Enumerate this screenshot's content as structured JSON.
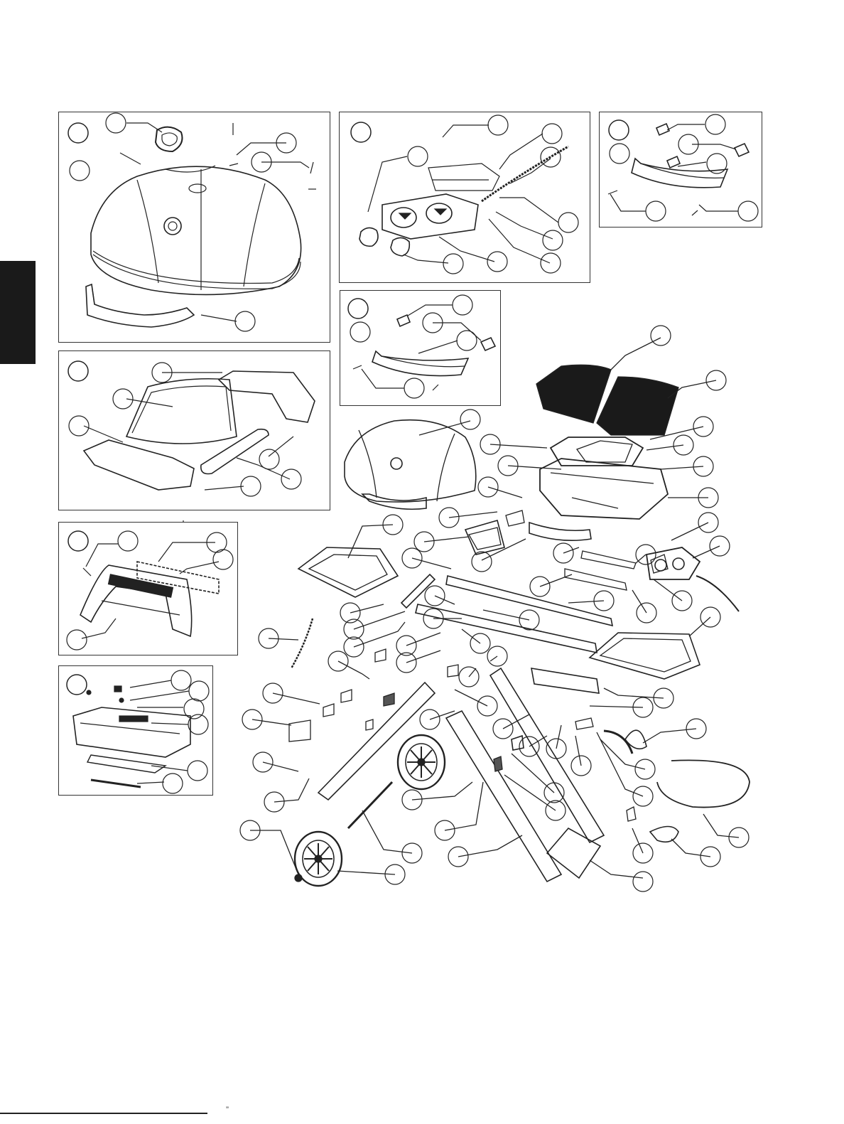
{
  "page": {
    "footer_mark": "”"
  },
  "panels": [
    {
      "id": "lid-assembly",
      "callouts": 6
    },
    {
      "id": "control-panel-assembly",
      "callouts": 11
    },
    {
      "id": "handle-assembly-a",
      "callouts": 6
    },
    {
      "id": "handle-assembly-b",
      "callouts": 6
    },
    {
      "id": "side-shelf-assembly",
      "callouts": 7
    },
    {
      "id": "cart-front-panel-assembly",
      "callouts": 5
    },
    {
      "id": "regulator-bracket-assembly",
      "callouts": 8
    }
  ],
  "colors": {
    "line": "#222222",
    "fill_dark": "#1a1a1a",
    "fill_mid": "#555555",
    "paper": "#ffffff"
  }
}
